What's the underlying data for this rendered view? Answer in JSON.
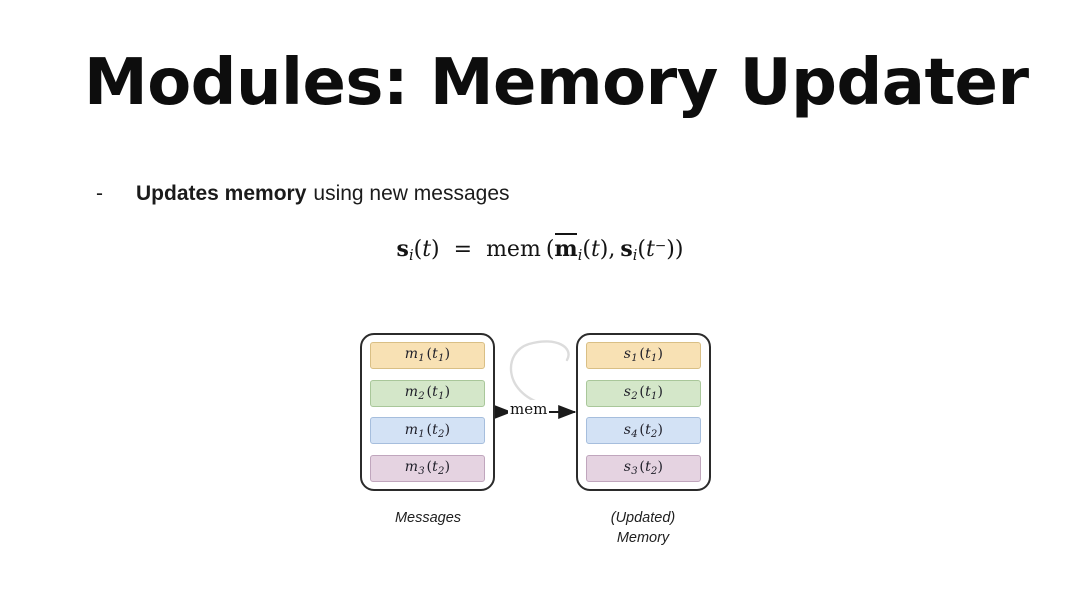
{
  "slide": {
    "title": "Modules: Memory Updater",
    "background_color": "#ffffff",
    "text_color": "#111111"
  },
  "bullet": {
    "marker": "-",
    "strong_text": "Updates memory",
    "rest_text": "using new messages"
  },
  "formula": {
    "plain": "s_i(t) = mem( m̄_i(t), s_i(t^-) )",
    "lhs_vector": "s",
    "lhs_subscript": "i",
    "lhs_arg": "t",
    "equals": "=",
    "function_name": "mem",
    "arg1_vector": "m",
    "arg1_subscript": "i",
    "arg1_arg": "t",
    "arg2_vector": "s",
    "arg2_subscript": "i",
    "arg2_arg": "t",
    "arg2_superscript": "−"
  },
  "diagram": {
    "mem_label": "mem",
    "messages": {
      "caption": "Messages",
      "chips": [
        {
          "base": "m",
          "sub": "1",
          "arg": "t",
          "arg_sub": "1",
          "fill": "#f8e1b4",
          "border": "#d9bf85"
        },
        {
          "base": "m",
          "sub": "2",
          "arg": "t",
          "arg_sub": "1",
          "fill": "#d4e7c9",
          "border": "#a9c79a"
        },
        {
          "base": "m",
          "sub": "1",
          "arg": "t",
          "arg_sub": "2",
          "fill": "#d3e2f5",
          "border": "#a6bedd"
        },
        {
          "base": "m",
          "sub": "3",
          "arg": "t",
          "arg_sub": "2",
          "fill": "#e5d3e1",
          "border": "#c0a6bd"
        }
      ]
    },
    "memory": {
      "caption_line1": "(Updated)",
      "caption_line2": "Memory",
      "chips": [
        {
          "base": "s",
          "sub": "1",
          "arg": "t",
          "arg_sub": "1",
          "fill": "#f8e1b4",
          "border": "#d9bf85"
        },
        {
          "base": "s",
          "sub": "2",
          "arg": "t",
          "arg_sub": "1",
          "fill": "#d4e7c9",
          "border": "#a9c79a"
        },
        {
          "base": "s",
          "sub": "4",
          "arg": "t",
          "arg_sub": "2",
          "fill": "#d3e2f5",
          "border": "#a6bedd"
        },
        {
          "base": "s",
          "sub": "3",
          "arg": "t",
          "arg_sub": "2",
          "fill": "#e5d3e1",
          "border": "#c0a6bd"
        }
      ]
    }
  }
}
